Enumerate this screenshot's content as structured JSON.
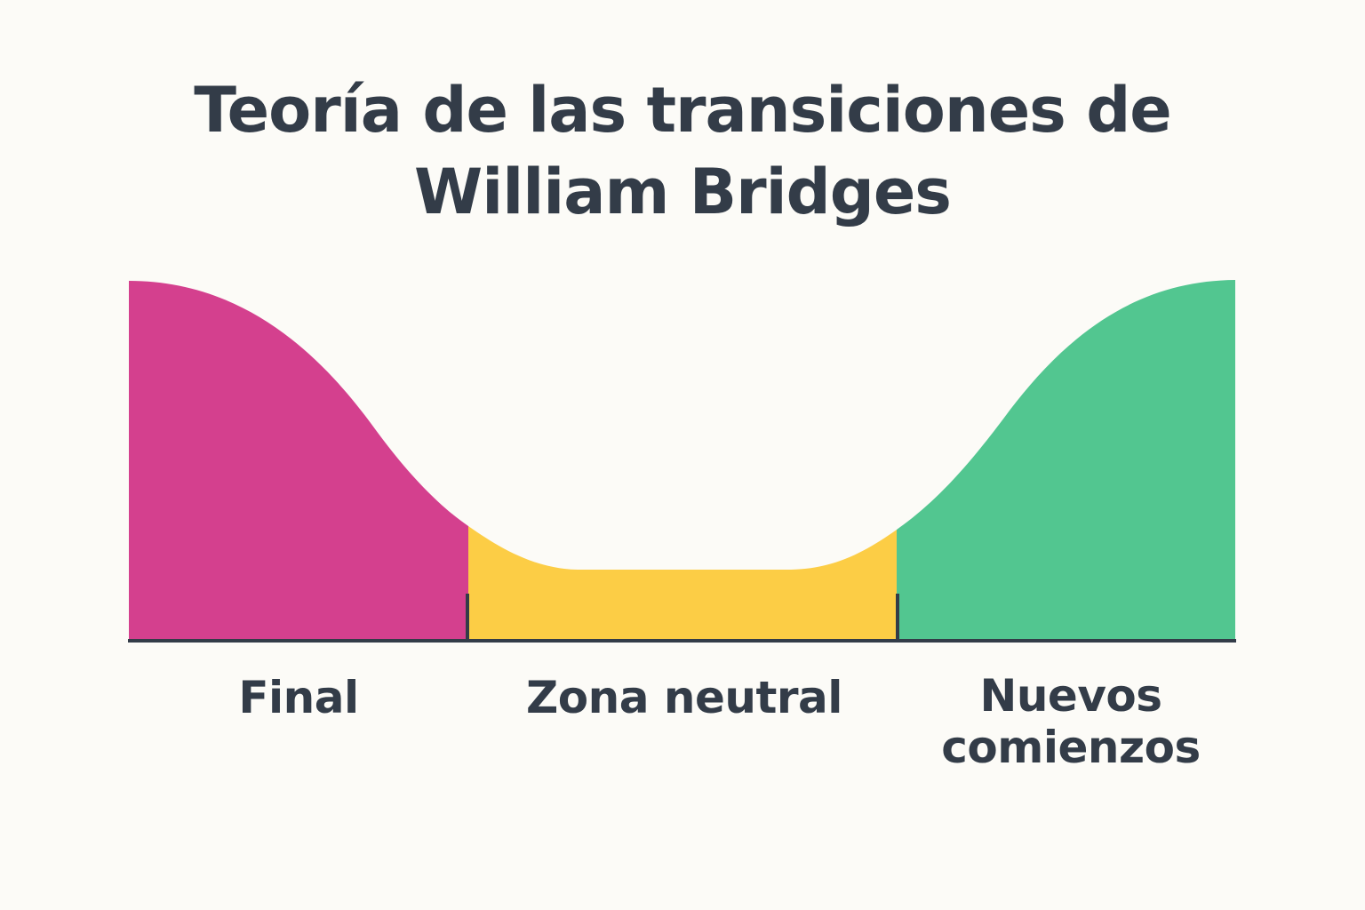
{
  "title": {
    "line1": "Teoría de las transiciones de",
    "line2": "William Bridges"
  },
  "phases": [
    {
      "label": "Final",
      "color": "#d4408e"
    },
    {
      "label": "Zona neutral",
      "color": "#fccd45"
    },
    {
      "label_line1": "Nuevos",
      "label_line2": "comienzos",
      "color": "#52c690"
    }
  ],
  "colors": {
    "text": "#333c48",
    "baseline": "#333c48",
    "background": "#fcfbf7"
  }
}
